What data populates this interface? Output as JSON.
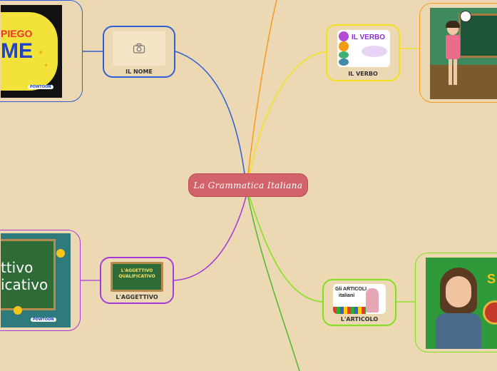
{
  "central": {
    "title": "La Grammatica Italiana"
  },
  "nodes": {
    "nome": {
      "label": "IL NOME",
      "icon": "camera-icon"
    },
    "verbo": {
      "label": "IL VERBO",
      "thumb_title": "IL VERBO"
    },
    "aggettivo": {
      "label": "L'AGGETTIVO",
      "thumb_line1": "L'AGGETTIVO",
      "thumb_line2": "QUALIFICATIVO"
    },
    "articolo": {
      "label": "L'ARTICOLO",
      "thumb_line1": "Gli ARTICOLI",
      "thumb_line2": "italiani"
    }
  },
  "videos": {
    "nome": {
      "text_top": "PIEGO",
      "text_main": "ME",
      "brand": "POWTOON"
    },
    "aggettivo": {
      "line1": "ttivo",
      "line2": "icativo",
      "brand": "POWTOON"
    },
    "verbo": {},
    "articolo": {
      "text": "S"
    }
  },
  "colors": {
    "background": "#ecd9b3",
    "central": "#d2636a",
    "nome_branch": "#2f5fd6",
    "verbo_branch": "#f2e01c",
    "aggettivo_branch": "#a33bd9",
    "articolo_branch": "#7ee21a",
    "orange_branch": "#f59a1c",
    "green_branch": "#4bb82c"
  }
}
